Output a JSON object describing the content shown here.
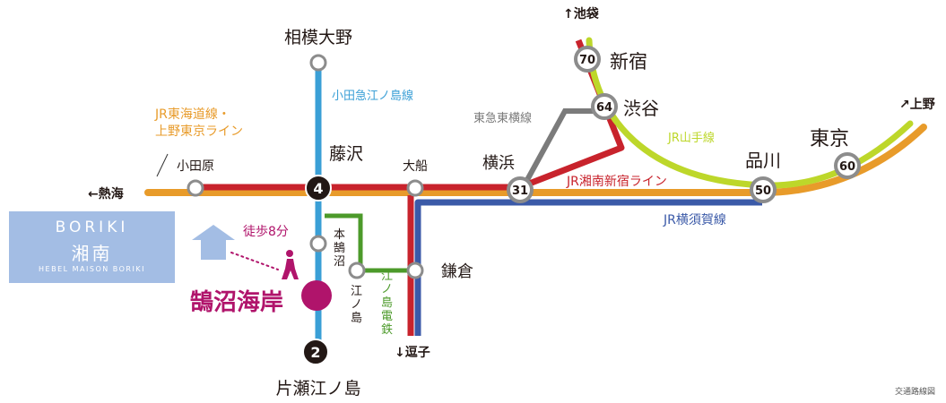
{
  "property": {
    "name_line1": "BORIKI",
    "name_line2": "湘南",
    "name_line3": "HEBEL MAISON BORIKI",
    "box_color": "#a3bde4"
  },
  "lines": [
    {
      "id": "jr-tokaido",
      "name": "JR東海道線・\n上野東京ライン",
      "color": "#e89b2a"
    },
    {
      "id": "odakyu-enoshima",
      "name": "小田急江ノ島線",
      "color": "#3a9fd6"
    },
    {
      "id": "tokyu-toyoko",
      "name": "東急東横線",
      "color": "#7b7b7b"
    },
    {
      "id": "jr-shonan-shinjuku",
      "name": "JR湘南新宿ライン",
      "color": "#c8232c"
    },
    {
      "id": "jr-yamanote",
      "name": "JR山手線",
      "color": "#bdd72a"
    },
    {
      "id": "jr-yokosuka",
      "name": "JR横須賀線",
      "color": "#3b5aa8"
    },
    {
      "id": "enoden",
      "name": "江ノ島電鉄",
      "color": "#4c9a2a"
    }
  ],
  "stations": [
    {
      "id": "sagami-ono",
      "name": "相模大野"
    },
    {
      "id": "fujisawa",
      "name": "藤沢",
      "minutes": "4"
    },
    {
      "id": "odawara",
      "name": "小田原"
    },
    {
      "id": "ofuna",
      "name": "大船"
    },
    {
      "id": "yokohama",
      "name": "横浜",
      "minutes": "31"
    },
    {
      "id": "shinagawa",
      "name": "品川",
      "minutes": "50"
    },
    {
      "id": "tokyo",
      "name": "東京",
      "minutes": "60"
    },
    {
      "id": "shibuya",
      "name": "渋谷",
      "minutes": "64"
    },
    {
      "id": "shinjuku",
      "name": "新宿",
      "minutes": "70"
    },
    {
      "id": "hon-kugenuma",
      "name": "本\n鵠\n沼"
    },
    {
      "id": "kugenuma-kaigan",
      "name": "鵠沼海岸"
    },
    {
      "id": "enoshima",
      "name": "江\nノ\n島"
    },
    {
      "id": "kamakura",
      "name": "鎌倉"
    },
    {
      "id": "katase-enoshima",
      "name": "片瀬江ノ島",
      "minutes": "2"
    }
  ],
  "directions": [
    {
      "id": "ikebukuro",
      "label": "↑池袋"
    },
    {
      "id": "ueno",
      "label": "↗上野"
    },
    {
      "id": "atami",
      "label": "←熱海"
    },
    {
      "id": "zushi",
      "label": "↓逗子"
    }
  ],
  "walk": {
    "label": "徒歩8分"
  },
  "caption": "交通路線図",
  "colors": {
    "walk": "#b0146b",
    "highlight_station": "#b0146b",
    "minutes_badge": "#231815",
    "station_ring": "#8c8c8c",
    "arrow": "#a3bde4"
  }
}
